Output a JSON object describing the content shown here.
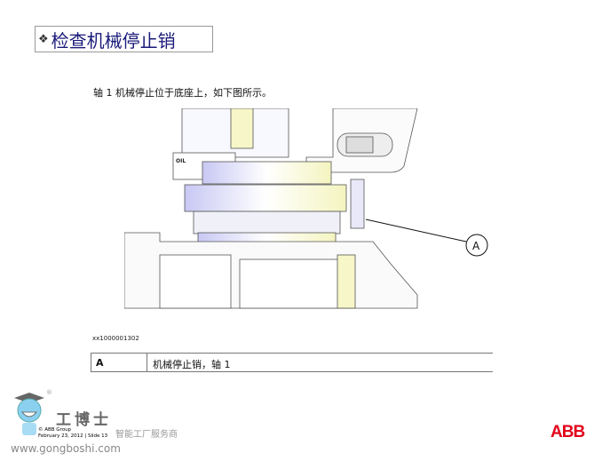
{
  "title": {
    "bullet": "❖",
    "text": "检查机械停止销"
  },
  "intro": "轴 1 机械停止位于底座上，如下图所示。",
  "figure": {
    "callout": "A",
    "oil_label": "OIL",
    "id": "xx1000001302"
  },
  "table": {
    "key": "A",
    "description": "机械停止销，轴 1"
  },
  "footer": {
    "line1": "© ABB Group",
    "line2": "February 23, 2012 | Slide 13"
  },
  "brand": "ABB",
  "watermark": {
    "name": "工博士",
    "tagline": "智能工厂服务商",
    "url": "www.gongboshi.com",
    "reg": "®"
  }
}
